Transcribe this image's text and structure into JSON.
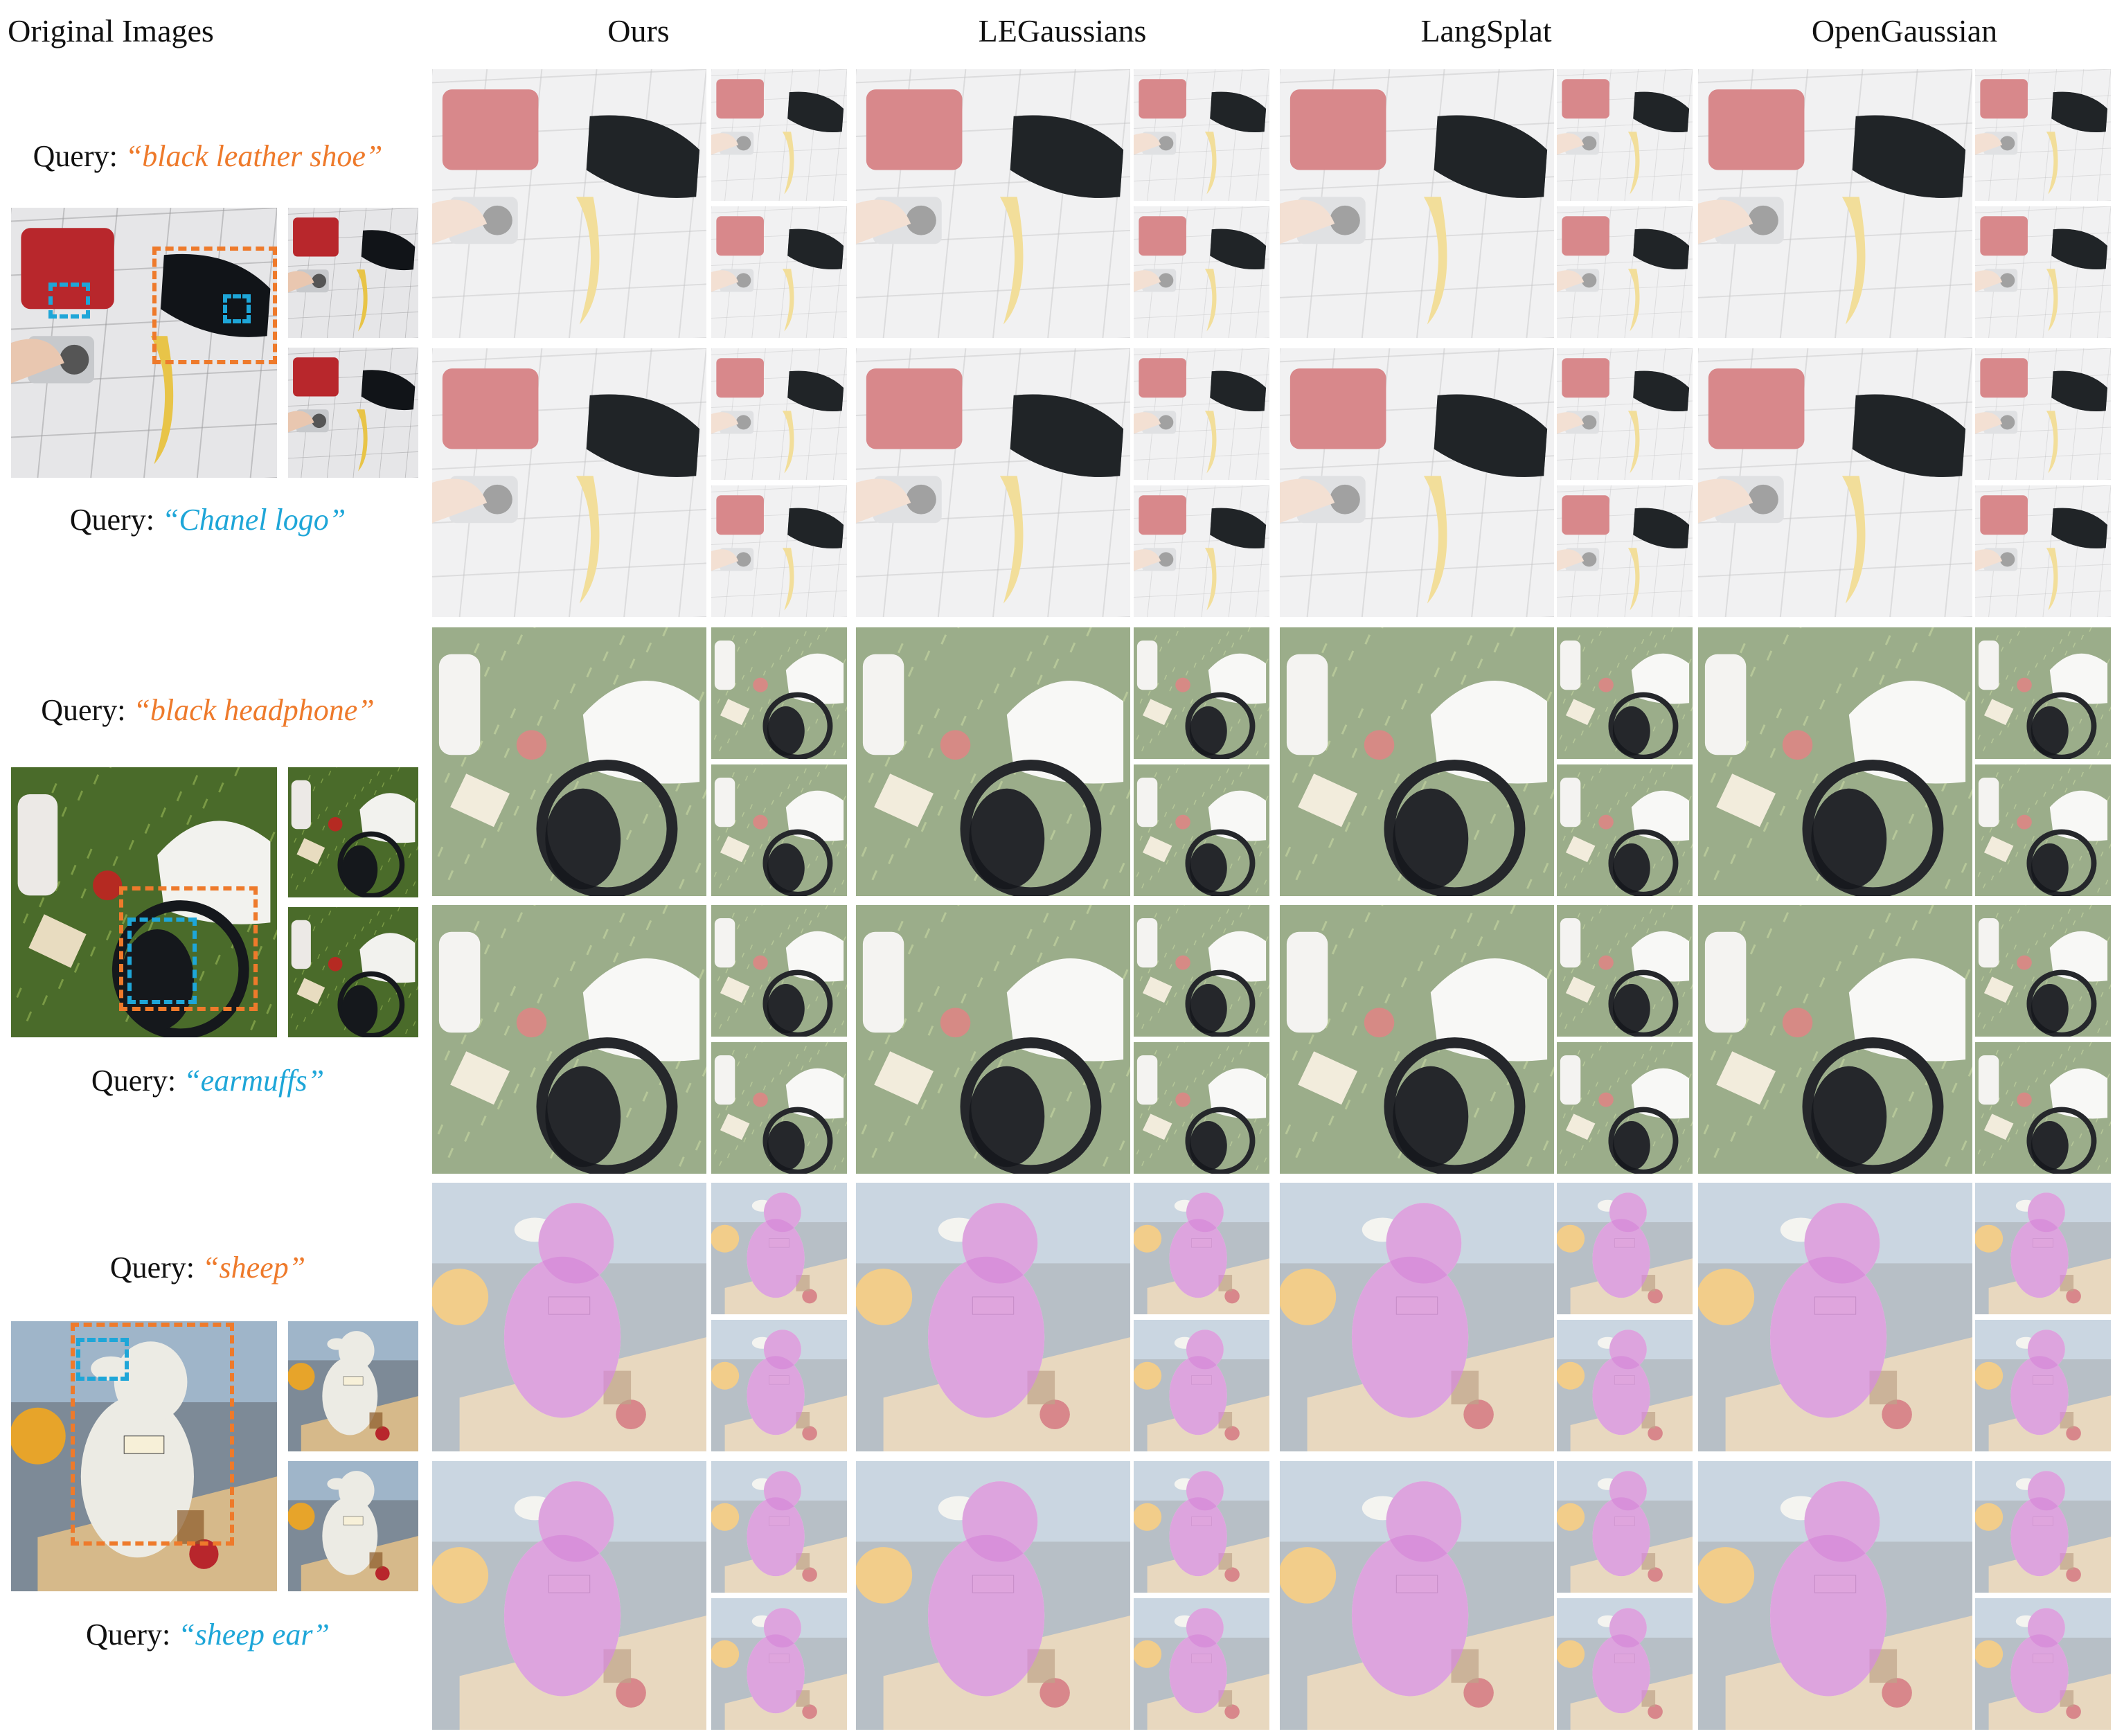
{
  "headers": {
    "original": "Original Images",
    "ours": "Ours",
    "legaussians": "LEGaussians",
    "langsplat": "LangSplat",
    "opengaussian": "OpenGaussian"
  },
  "rows": [
    {
      "query_prefix": "Query: ",
      "query_a": "“black leather shoe”",
      "query_b": "“Chanel logo”",
      "scene": "shoe",
      "scene_palette": {
        "bg": "#e6e6e8",
        "bag": "#b8272c",
        "shoe": "#111418",
        "banana": "#e8c448",
        "camera": "#c7c9cc",
        "hand": "#e9c7b0"
      }
    },
    {
      "query_prefix": "Query: ",
      "query_a": "“black headphone”",
      "query_b": "“earmuffs”",
      "scene": "headphone",
      "scene_palette": {
        "bg": "#4a6b2a",
        "cap": "#f2f2ee",
        "headphone": "#15181c",
        "apple": "#b52a22",
        "bottle": "#ece9e6"
      }
    },
    {
      "query_prefix": "Query: ",
      "query_a": "“sheep”",
      "query_b": "“sheep ear”",
      "scene": "sheep",
      "scene_palette": {
        "bg": "#7d8a97",
        "sheep": "#ecebe4",
        "table": "#d6b98a",
        "apple": "#b8262c",
        "pumpkin": "#e7a42a",
        "highlight": "#d58ad8"
      }
    }
  ],
  "colors": {
    "orange": "#ee7a2b",
    "blue": "#1ea6d8"
  }
}
